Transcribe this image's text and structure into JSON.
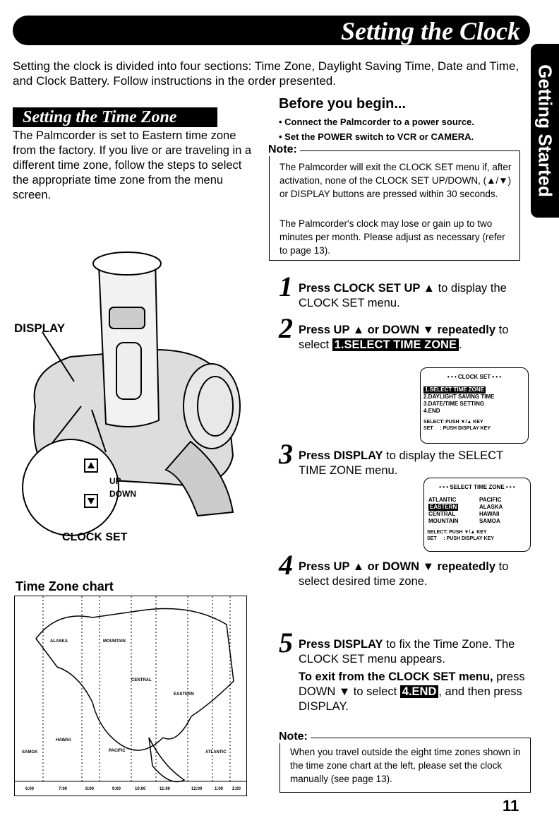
{
  "header": {
    "title": "Setting the Clock",
    "side_tab": "Getting Started"
  },
  "intro": "Setting the clock is divided into four sections: Time Zone, Daylight Saving Time, Date and Time, and Clock Battery. Follow instructions in the order presented.",
  "time_zone_section": {
    "heading": "Setting the Time Zone",
    "body": "The Palmcorder is set to Eastern time zone from the factory. If you live or are traveling in a different time zone, follow the steps to select the appropriate time zone from the menu screen."
  },
  "before_you_begin": {
    "heading": "Before you begin...",
    "items": [
      "• Connect the Palmcorder to a power source.",
      "• Set the POWER switch to VCR or CAMERA."
    ]
  },
  "note1": {
    "label": "Note:",
    "para1": "The Palmcorder will exit the CLOCK SET menu if, after activation, none of the CLOCK SET UP/DOWN, (▲/▼) or DISPLAY buttons are pressed within 30 seconds.",
    "para2": "The Palmcorder's clock may lose or gain up to two minutes per month. Please adjust as necessary (refer to page 13)."
  },
  "steps": {
    "s1": {
      "num": "1",
      "bold": "Press CLOCK SET UP ▲",
      "rest": " to display the CLOCK SET menu."
    },
    "s2": {
      "num": "2",
      "bold": "Press UP ▲ or DOWN ▼ repeatedly",
      "pre": " to select ",
      "hl": "1.SELECT TIME ZONE",
      "post": "."
    },
    "s3": {
      "num": "3",
      "bold": "Press DISPLAY",
      "rest": " to display the SELECT TIME ZONE menu."
    },
    "s4": {
      "num": "4",
      "bold": "Press UP ▲ or DOWN ▼ repeatedly",
      "rest": " to select desired time zone."
    },
    "s5": {
      "num": "5",
      "bold": "Press DISPLAY",
      "rest": " to fix the Time Zone. The CLOCK SET menu appears.",
      "exit_bold": "To exit from the CLOCK SET menu,",
      "exit_pre": " press DOWN ▼ to select ",
      "exit_hl": "4.END",
      "exit_post": ", and then press DISPLAY."
    }
  },
  "clock_set_menu": {
    "title": "• • • CLOCK SET • • •",
    "items": [
      "1.SELECT TIME ZONE",
      "2.DAYLIGHT SAVING TIME",
      "3.DATE/TIME SETTING",
      "4.END"
    ],
    "footer1": "SELECT: PUSH ▼/▲ KEY",
    "footer2": "SET     : PUSH DISPLAY KEY"
  },
  "tz_menu": {
    "title": "• • • SELECT TIME ZONE • • •",
    "left": [
      "ATLANTIC",
      "EASTERN",
      "CENTRAL",
      "MOUNTAIN"
    ],
    "right": [
      "PACIFIC",
      "ALASKA",
      "HAWAII",
      "SAMOA"
    ],
    "footer1": "SELECT: PUSH ▼/▲ KEY",
    "footer2": "SET     : PUSH DISPLAY KEY"
  },
  "camera": {
    "display_label": "DISPLAY",
    "up": "UP",
    "down": "DOWN",
    "clock_set": "CLOCK SET"
  },
  "chart": {
    "title": "Time Zone chart",
    "zones": [
      "ALASKA",
      "MOUNTAIN",
      "CENTRAL",
      "EASTERN",
      "HAWAII",
      "SAMOA",
      "PACIFIC",
      "ATLANTIC"
    ],
    "times": [
      "6:00",
      "7:00",
      "8:00",
      "9:00",
      "10:00",
      "11:00",
      "12:00",
      "1:00",
      "2:00"
    ]
  },
  "note2": {
    "label": "Note:",
    "text": "When you travel outside the eight time zones shown in the time zone chart at the left, please set the clock manually (see page 13)."
  },
  "page_number": "11"
}
